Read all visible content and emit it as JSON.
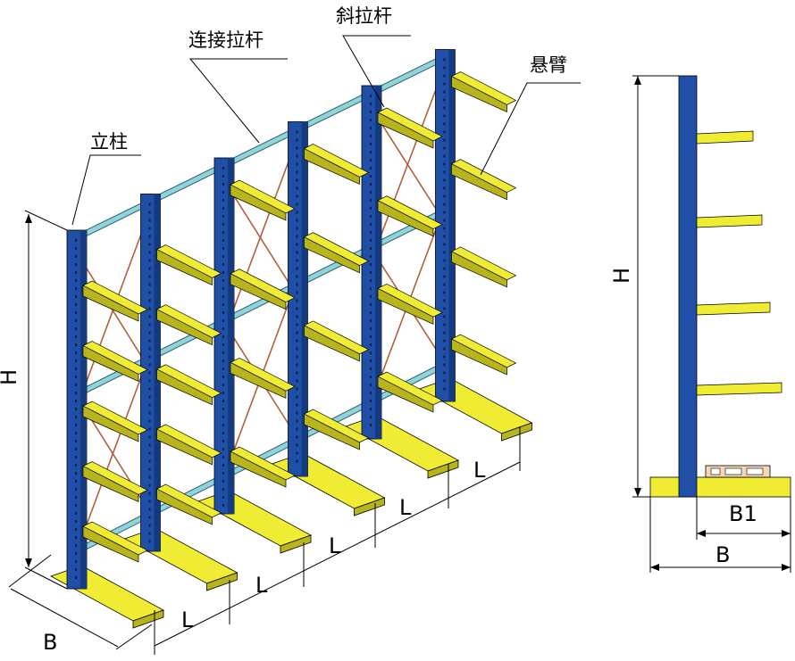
{
  "labels": {
    "column": "立柱",
    "tie_bar": "连接拉杆",
    "diagonal_brace": "斜拉杆",
    "arm": "悬臂"
  },
  "dimensions": {
    "height": "H",
    "base_depth": "B",
    "bay_length": "L",
    "arm_length": "B1"
  },
  "colors": {
    "column": "#1f4fa6",
    "column_shade": "#143b80",
    "arm": "#f0ec34",
    "arm_shade": "#b8b41c",
    "tie_bar": "#8fd4dc",
    "brace": "#b0603a",
    "pallet": "#f4d8b8"
  }
}
